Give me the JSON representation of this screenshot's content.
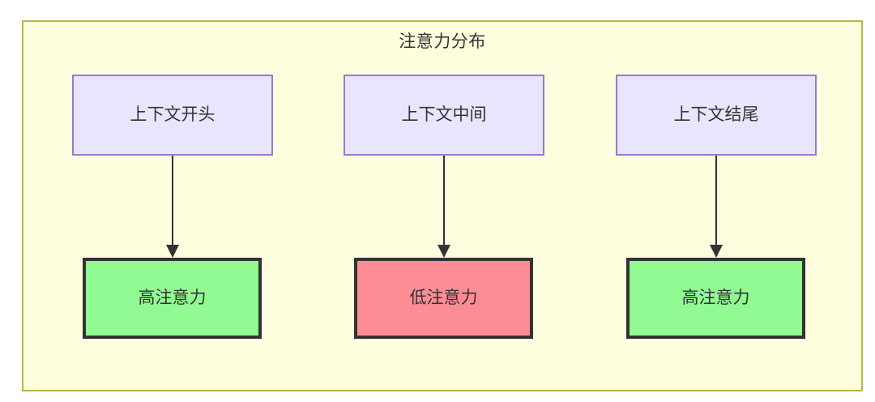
{
  "diagram": {
    "title": "注意力分布",
    "background_color": "#fefdde",
    "border_color": "#bfb642",
    "nodes": {
      "source": [
        {
          "id": "src-start",
          "label": "上下文开头",
          "fill": "#e7e6fc",
          "stroke": "#9b77d6"
        },
        {
          "id": "src-middle",
          "label": "上下文中间",
          "fill": "#e7e6fc",
          "stroke": "#9b77d6"
        },
        {
          "id": "src-end",
          "label": "上下文结尾",
          "fill": "#e7e6fc",
          "stroke": "#9b77d6"
        }
      ],
      "target": [
        {
          "id": "tgt-start",
          "label": "高注意力",
          "fill": "#92fa92",
          "stroke": "#333333"
        },
        {
          "id": "tgt-middle",
          "label": "低注意力",
          "fill": "#fc8d95",
          "stroke": "#333333"
        },
        {
          "id": "tgt-end",
          "label": "高注意力",
          "fill": "#92fa92",
          "stroke": "#333333"
        }
      ]
    },
    "edges": [
      {
        "from": "上下文开头",
        "to": "高注意力"
      },
      {
        "from": "上下文中间",
        "to": "低注意力"
      },
      {
        "from": "上下文结尾",
        "to": "高注意力"
      }
    ]
  }
}
